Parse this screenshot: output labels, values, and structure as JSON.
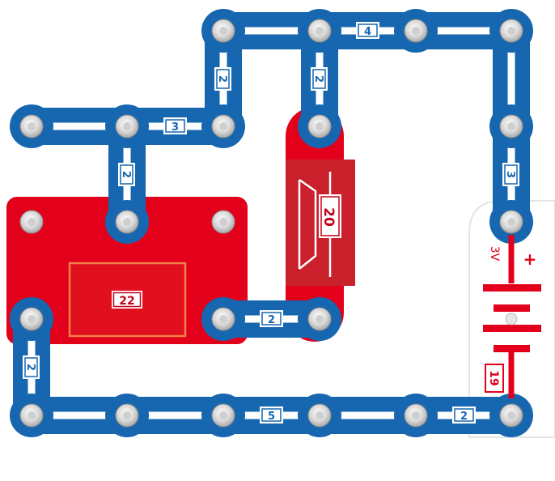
{
  "wire_labels": {
    "top_left_vertical": "2",
    "top_center_vertical": "2",
    "top_right_horizontal": "4",
    "middle_left_horizontal": "3",
    "left_vertical_to_module": "2",
    "right_vertical": "3",
    "bottom_center_short": "2",
    "left_vertical_bottom": "2",
    "bottom_center": "5",
    "bottom_right": "2"
  },
  "components": {
    "module_label": "22",
    "speaker_label": "20",
    "battery_label": "19",
    "battery_voltage": "3V",
    "battery_plus": "+"
  },
  "colors": {
    "wire_blue": "#1667b0",
    "wire_white": "#ffffff",
    "component_red": "#e3001b",
    "component_dark_red": "#c21b26",
    "snap_gray": "#d6d6d6"
  }
}
